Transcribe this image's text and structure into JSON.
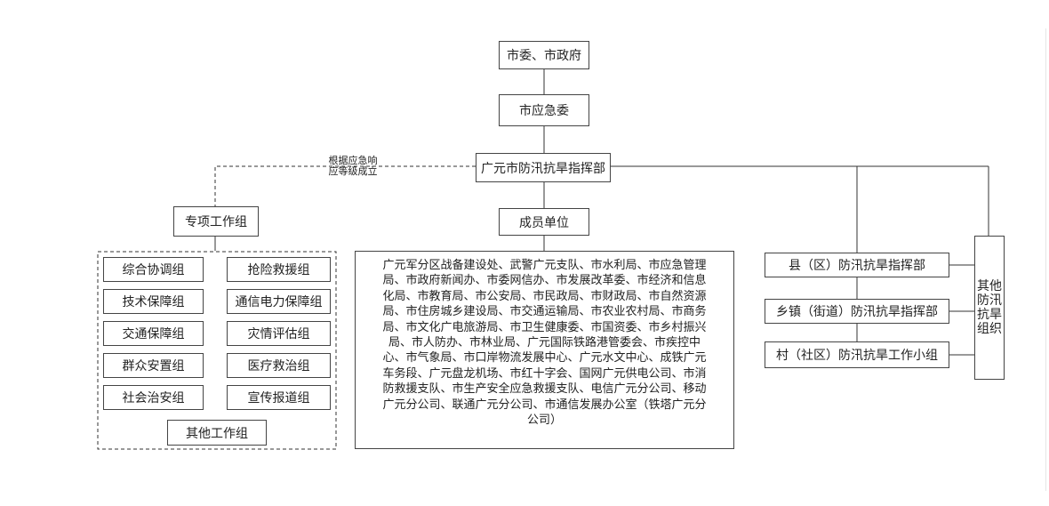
{
  "diagram": {
    "top": "市委、市政府",
    "emergency_committee": "市应急委",
    "hq": "广元市防汛抗旱指挥部",
    "activation_note": "根据应急响\n应等级成立",
    "special_groups": {
      "title": "专项工作组",
      "items": [
        "综合协调组",
        "抢险救援组",
        "技术保障组",
        "通信电力保障组",
        "交通保障组",
        "灾情评估组",
        "群众安置组",
        "医疗救治组",
        "社会治安组",
        "宣传报道组"
      ],
      "other": "其他工作组"
    },
    "member_units": {
      "title": "成员单位",
      "text": "广元军分区战备建设处、武警广元支队、市水利局、市应急管理\n局、市政府新闻办、市委网信办、市发展改革委、市经济和信息\n化局、市教育局、市公安局、市民政局、市财政局、市自然资源\n局、市住房城乡建设局、市交通运输局、市农业农村局、市商务\n局、市文化广电旅游局、市卫生健康委、市国资委、市乡村振兴\n局、市人防办、市林业局、广元国际铁路港管委会、市疾控中\n心、市气象局、市口岸物流发展中心、广元水文中心、成铁广元\n车务段、广元盘龙机场、市红十字会、国网广元供电公司、市消\n防救援支队、市生产安全应急救援支队、电信广元分公司、移动\n广元分公司、联通广元分公司、市通信发展办公室（铁塔广元分\n公司）"
    },
    "levels": {
      "county": "县（区）防汛抗旱指挥部",
      "town": "乡镇（街道）防汛抗旱指挥部",
      "village": "村（社区）防汛抗旱工作小组"
    },
    "other_org": "其他\n防汛\n抗旱\n组织"
  }
}
